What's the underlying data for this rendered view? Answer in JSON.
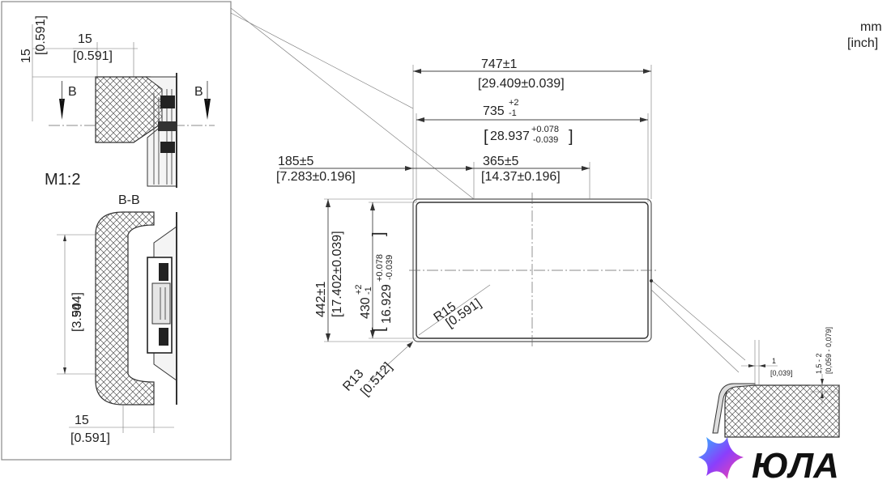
{
  "units": {
    "line1": "mm",
    "line2": "[inch]"
  },
  "detail": {
    "top_dim_value": "15",
    "top_dim_inch": "[0.591]",
    "left_dim_value": "15",
    "left_dim_inch": "[0.591]",
    "section_mark_left": "B",
    "section_mark_right": "B",
    "scale_label": "M1:2",
    "section_label": "B-B",
    "height_value": "90",
    "height_inch": "[3.544]",
    "bottom_dim_value": "15",
    "bottom_dim_inch": "[0.591]"
  },
  "main": {
    "outer_width": "747±1",
    "outer_width_inch": "[29.409±0.039]",
    "inner_width_base": "735",
    "inner_width_tol_plus": "+2",
    "inner_width_tol_minus": "-1",
    "inner_width_inch_base": "28.937",
    "inner_width_inch_tol_plus": "+0.078",
    "inner_width_inch_tol_minus": "-0.039",
    "left_offset": "185±5",
    "left_offset_inch": "[7.283±0.196]",
    "center_offset": "365±5",
    "center_offset_inch": "[14.37±0.196]",
    "outer_height": "442±1",
    "outer_height_inch": "[17.402±0.039]",
    "inner_height_base": "430",
    "inner_height_tol_plus": "+2",
    "inner_height_tol_minus": "-1",
    "inner_height_inch_base": "16.929",
    "inner_height_inch_tol_plus": "+0.078",
    "inner_height_inch_tol_minus": "-0.039",
    "inner_radius": "R15",
    "inner_radius_inch": "[0.591]",
    "outer_radius": "R13",
    "outer_radius_inch": "[0.512]"
  },
  "edge_detail": {
    "gap_value": "1",
    "gap_inch": "[0,039]",
    "depth_value": "1,5 - 2",
    "depth_inch": "[0,059 - 0,079]"
  },
  "logo": {
    "text": "ЮЛА",
    "colors": [
      "#8a3ffc",
      "#2fb5ff",
      "#ff3fa4"
    ]
  }
}
